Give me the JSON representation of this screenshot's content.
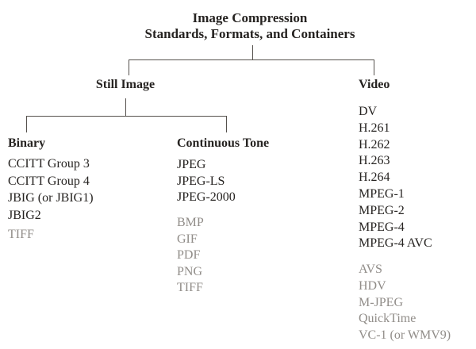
{
  "diagram": {
    "title_line1": "Image Compression",
    "title_line2": "Standards, Formats, and Containers",
    "branches": {
      "still_image": {
        "label": "Still Image",
        "children": {
          "binary": {
            "label": "Binary",
            "standards": [
              "CCITT Group 3",
              "CCITT Group 4",
              "JBIG (or JBIG1)",
              "JBIG2"
            ],
            "formats_gray": [
              "TIFF"
            ]
          },
          "continuous_tone": {
            "label": "Continuous Tone",
            "standards": [
              "JPEG",
              "JPEG-LS",
              "JPEG-2000"
            ],
            "formats_gray": [
              "BMP",
              "GIF",
              "PDF",
              "PNG",
              "TIFF"
            ]
          }
        }
      },
      "video": {
        "label": "Video",
        "standards": [
          "DV",
          "H.261",
          "H.262",
          "H.263",
          "H.264",
          "MPEG-1",
          "MPEG-2",
          "MPEG-4",
          "MPEG-4 AVC"
        ],
        "formats_gray": [
          "AVS",
          "HDV",
          "M-JPEG",
          "QuickTime",
          "VC-1 (or WMV9)"
        ]
      }
    },
    "colors": {
      "text": "#262321",
      "muted": "#918d89",
      "line": "#55514d",
      "bg": "#ffffff"
    }
  }
}
